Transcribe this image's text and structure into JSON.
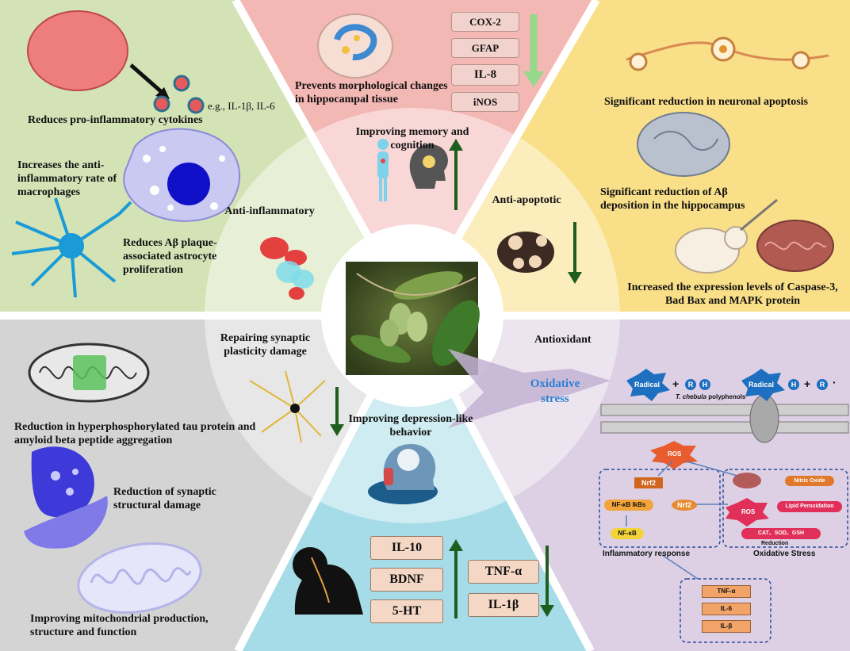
{
  "colors": {
    "inflammation": "#d3e3b6",
    "memory": "#f3b7b4",
    "apoptosis": "#f9df88",
    "synaptic": "#d4d4d4",
    "depression": "#a6dce7",
    "antioxidant": "#ddd0e4",
    "arrow_green": "#1f5e1f",
    "arrow_light": "#96d98a"
  },
  "center": {
    "anti_inflammatory": "Anti-inflammatory",
    "memory": "Improving memory and cognition",
    "anti_apoptotic": "Anti-apoptotic",
    "synaptic": "Repairing synaptic plasticity damage",
    "depression": "Improving depression-like behavior",
    "antioxidant": "Antioxidant"
  },
  "inflammation": {
    "cytokines": "Reduces pro-inflammatory cytokines",
    "example": "e.g., IL-1β, IL-6",
    "macrophages": "Increases the anti-inflammatory rate of macrophages",
    "astrocyte": "Reduces Aβ plaque-associated astrocyte proliferation"
  },
  "memory": {
    "hippocampal": "Prevents morphological changes in hippocampal tissue",
    "markers": [
      "COX-2",
      "GFAP",
      "IL-8",
      "iNOS"
    ]
  },
  "apoptosis": {
    "neuronal": "Significant reduction in neuronal apoptosis",
    "abeta": "Significant reduction of Aβ deposition in the hippocampus",
    "caspase": "Increased the expression levels of Caspase-3, Bad Bax and MAPK protein"
  },
  "synaptic": {
    "tau": "Reduction in hyperphosphorylated tau protein and amyloid beta peptide aggregation",
    "structural": "Reduction of synaptic structural damage",
    "mito": "Improving mitochondrial production, structure and function"
  },
  "depression": {
    "up": [
      "IL-10",
      "BDNF",
      "5-HT"
    ],
    "down": [
      "TNF-α",
      "IL-1β"
    ]
  },
  "antioxidant": {
    "oxidative": "Oxidative stress",
    "radical": "Radical",
    "R": "R",
    "H": "H",
    "plus": "+",
    "dot": "·",
    "polyphenols_species": "T. chebula",
    "polyphenols": " polyphenols",
    "ros": "ROS",
    "nrf2": "Nrf2",
    "nfkb_ikbs": "NF-κB IkBs",
    "nfkb": "NF-κB",
    "nitric_oxide": "Nitric Oxide",
    "lipid": "Lipid Peroxidation",
    "enzymes": "CAT、SOD、GSH",
    "reduction": "Reduction",
    "inflammatory_response": "Inflammatory response",
    "oxidative_stress": "Oxidative Stress",
    "cytokines": [
      "TNF-α",
      "IL-6",
      "IL-β"
    ]
  }
}
